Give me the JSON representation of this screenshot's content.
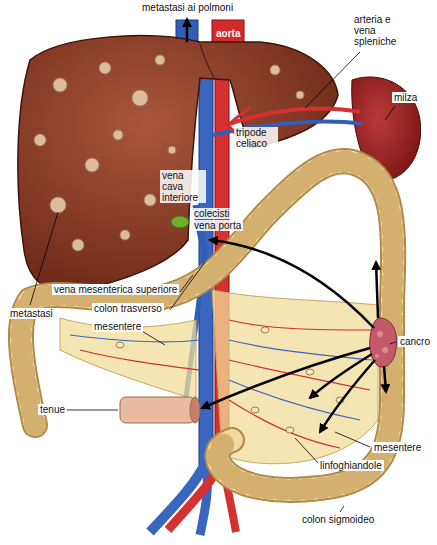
{
  "diagram": {
    "labels": [
      "metastasi ai polmoni",
      "aorta",
      "arteria e vena spleniche",
      "milza",
      "tripode celiaco",
      "vena cava interiore",
      "colecisti",
      "vena porta",
      "metastasi",
      "vena mesenterica superiore",
      "colon trasverso",
      "mesentere",
      "cancro",
      "tenue",
      "mesentere",
      "linfoghiandole",
      "colon sigmoideo"
    ]
  }
}
